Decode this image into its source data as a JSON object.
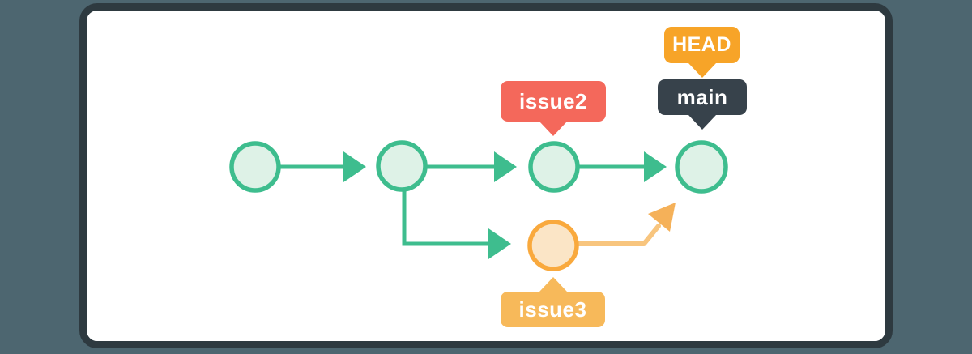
{
  "graph": {
    "type": "git-commit-diagram",
    "labels": {
      "head": "HEAD",
      "main": "main",
      "issue2": "issue2",
      "issue3": "issue3"
    },
    "nodes": [
      {
        "name": "commit-1",
        "row": "top"
      },
      {
        "name": "commit-2",
        "row": "top",
        "note": "branch point"
      },
      {
        "name": "commit-3",
        "row": "top",
        "badge": "issue2"
      },
      {
        "name": "commit-4",
        "row": "top",
        "badges": [
          "HEAD",
          "main"
        ]
      },
      {
        "name": "commit-5",
        "row": "bottom",
        "badge": "issue3"
      }
    ],
    "edges": [
      {
        "from": "commit-1",
        "to": "commit-2",
        "color": "green"
      },
      {
        "from": "commit-2",
        "to": "commit-3",
        "color": "green"
      },
      {
        "from": "commit-3",
        "to": "commit-4",
        "color": "green"
      },
      {
        "from": "commit-2",
        "to": "commit-5",
        "color": "green",
        "shape": "elbow-down-right"
      },
      {
        "from": "commit-5",
        "to": "up-right",
        "color": "orange",
        "shape": "merge-arrow"
      }
    ]
  },
  "colors": {
    "page_bg": "#4D6670",
    "frame_border": "#2E3A40",
    "panel_bg": "#FFFFFF",
    "green": "#3EBD8E",
    "green_node_fill": "#DEF2E7",
    "orange_node_stroke": "#F9A93D",
    "orange_node_fill": "#FBE5C6",
    "orange_arrow_line": "#F8C57E",
    "orange_arrow_head": "#F5B159",
    "head_badge_bg": "#F7A428",
    "main_badge_bg": "#37424B",
    "issue2_badge_bg": "#F4685B",
    "issue3_badge_bg": "#F7B95A",
    "badge_text": "#FFFFFF"
  }
}
